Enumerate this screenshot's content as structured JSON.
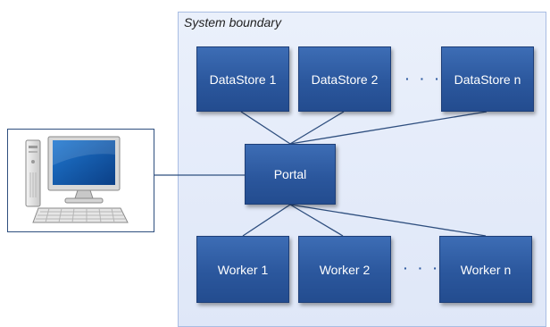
{
  "boundary": {
    "label": "System boundary"
  },
  "datastores": [
    {
      "label": "DataStore 1"
    },
    {
      "label": "DataStore 2"
    },
    {
      "label": "DataStore n"
    }
  ],
  "portal": {
    "label": "Portal"
  },
  "workers": [
    {
      "label": "Worker 1"
    },
    {
      "label": "Worker 2"
    },
    {
      "label": "Worker n"
    }
  ],
  "ellipsis": "· · ·",
  "client": {
    "icon": "desktop-computer-icon"
  },
  "colors": {
    "box_fill": "#2b579d",
    "boundary_fill": "#e4ebf9",
    "line": "#2f4f7f"
  }
}
